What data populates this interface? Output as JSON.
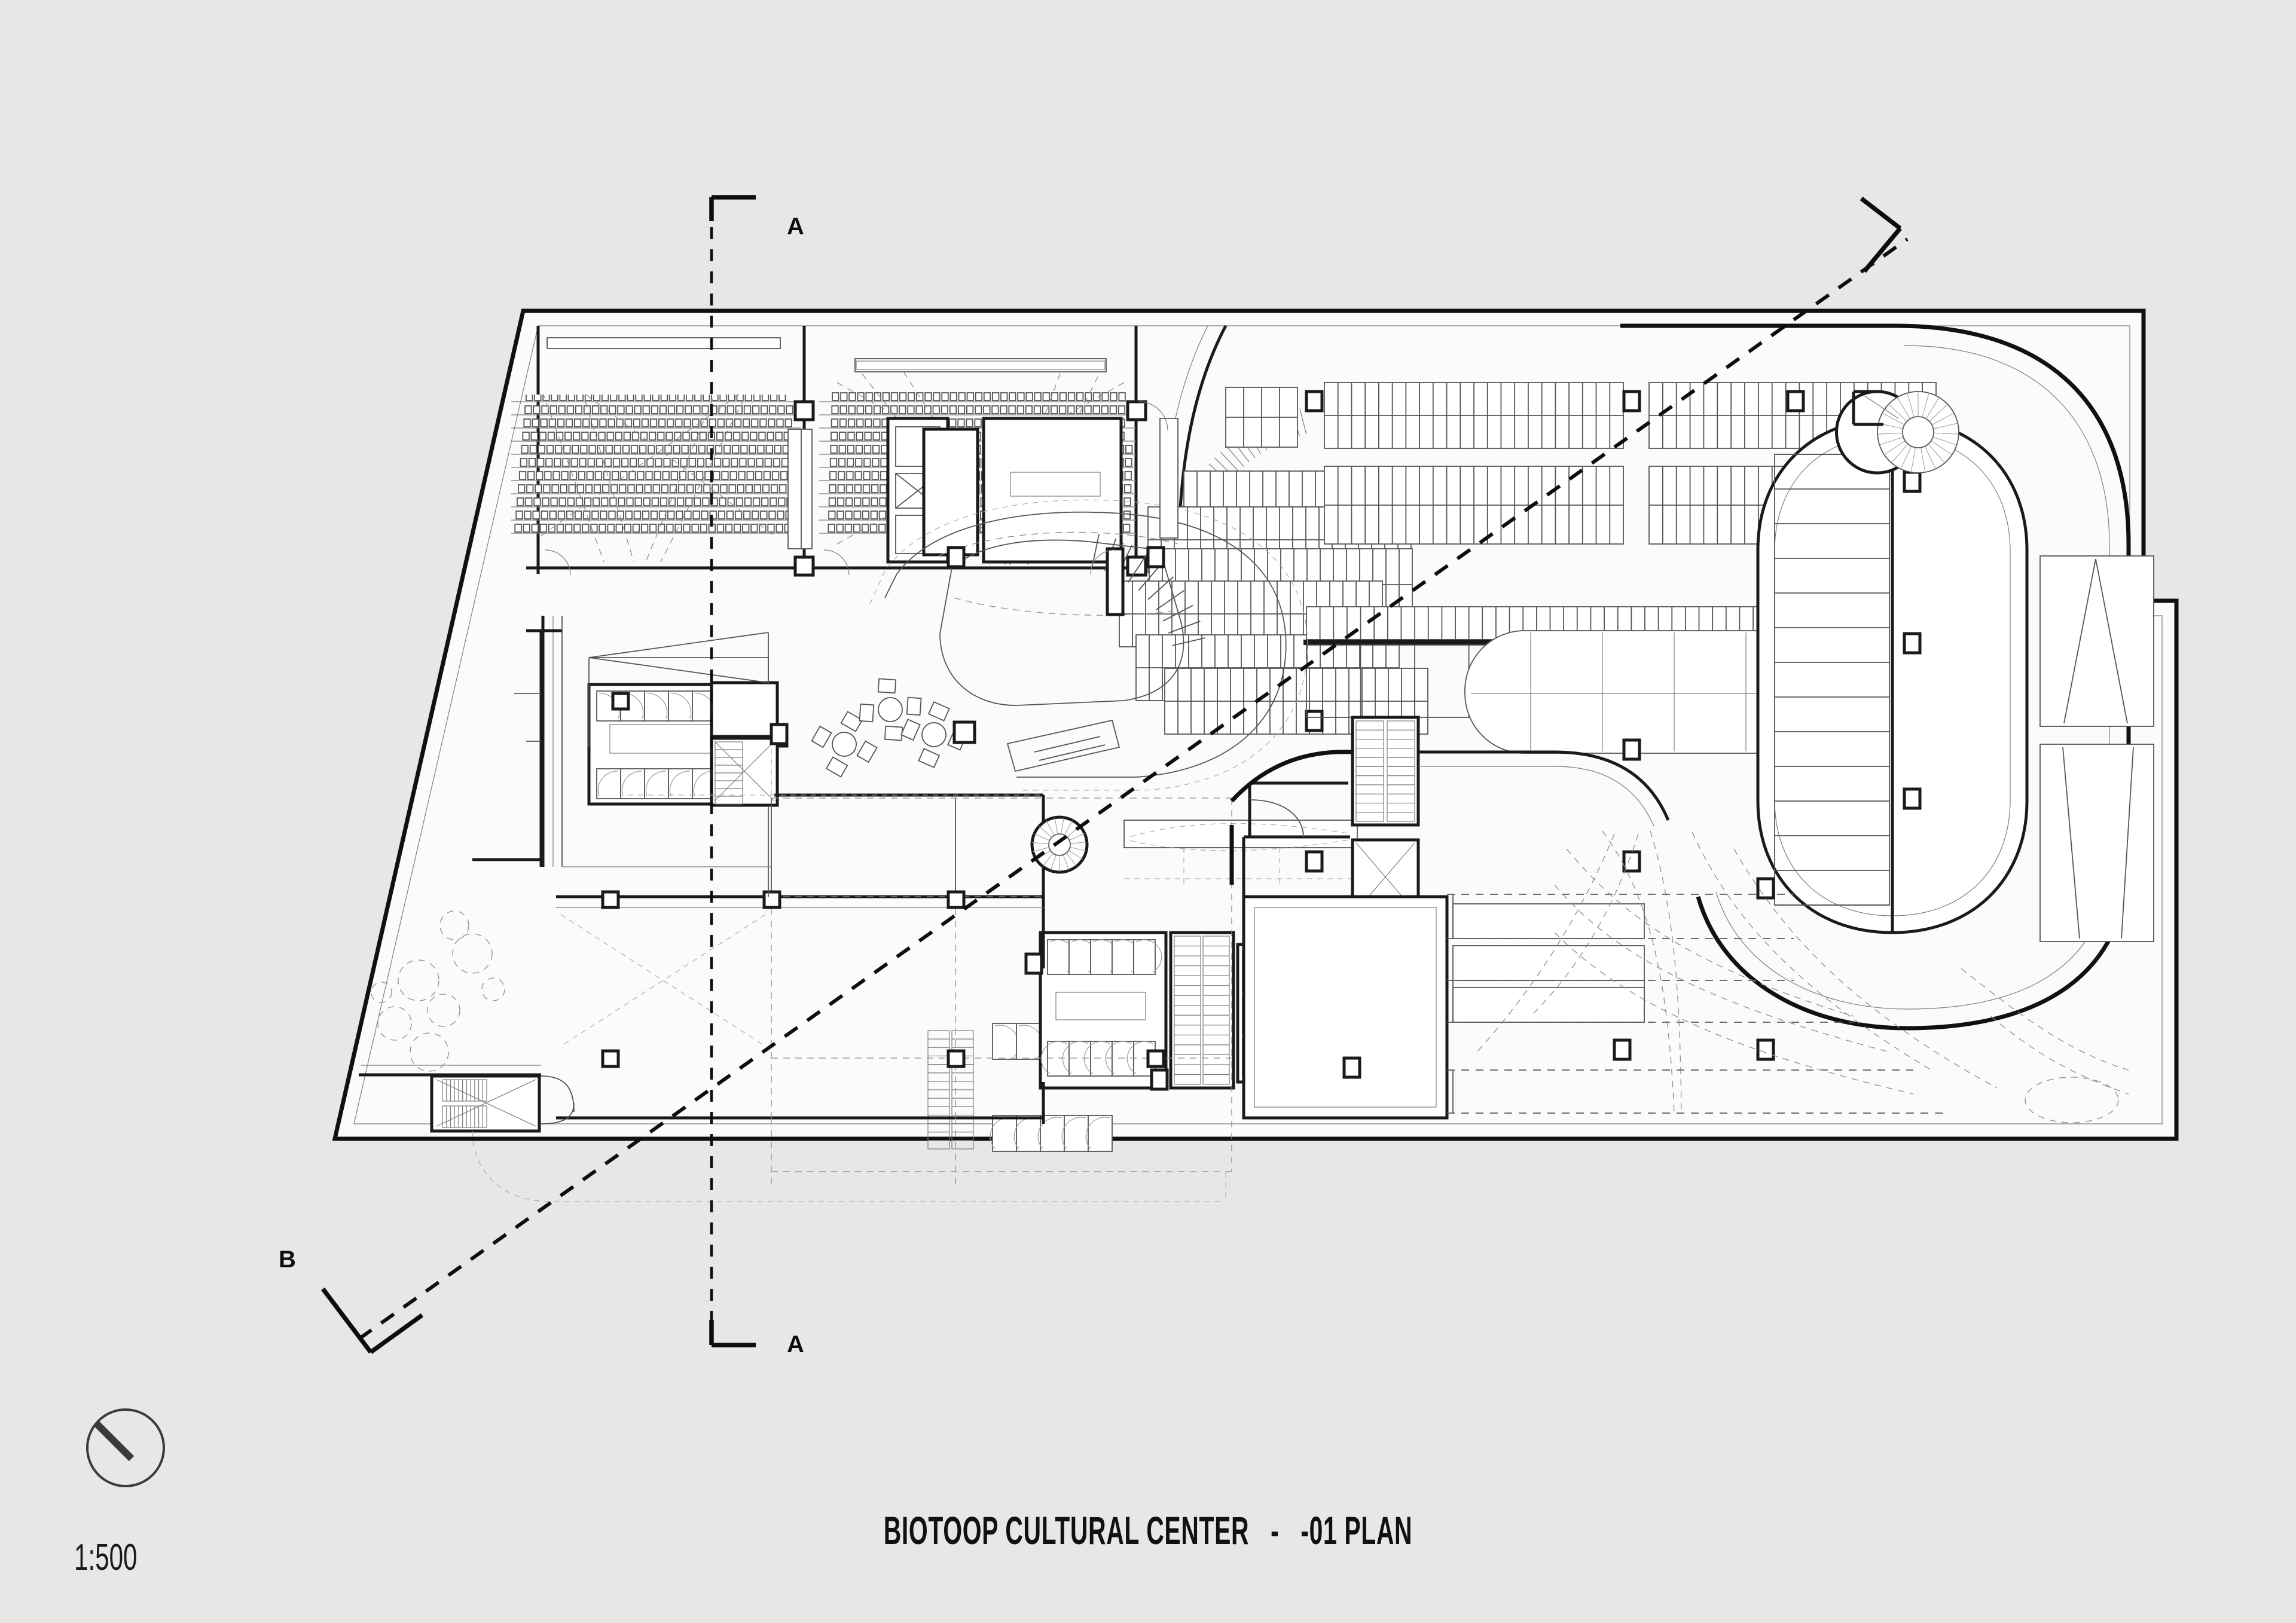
{
  "sheet": {
    "title": "BIOTOOP CULTURAL CENTER   -   -01 PLAN",
    "scale_label": "1:500",
    "background_color": "#e8e7e5",
    "slab_color": "#fbfbfa",
    "pond_color": "#cdc9b8",
    "line_color": "#111111"
  },
  "north_arrow": {
    "name": "north-arrow",
    "shape": "circle-with-needle"
  },
  "section_markers": [
    {
      "id": "A-top",
      "label": "A",
      "type": "corner-tick",
      "orientation": "top-left"
    },
    {
      "id": "A-bottom",
      "label": "A",
      "type": "corner-tick",
      "orientation": "bottom-left"
    },
    {
      "id": "B-start",
      "label": "B",
      "type": "chevron",
      "orientation": "down"
    },
    {
      "id": "B-end",
      "label": "",
      "type": "chevron",
      "orientation": "right"
    }
  ],
  "section_lines": [
    {
      "id": "section-A",
      "style": "dashed-vertical"
    },
    {
      "id": "section-B",
      "style": "dashed-diagonal"
    }
  ],
  "plan_regions": [
    {
      "id": "auditorium-large",
      "label": "",
      "feature": "tiered-seating"
    },
    {
      "id": "auditorium-small",
      "label": "",
      "feature": "tiered-seating"
    },
    {
      "id": "library-stacks",
      "label": "",
      "feature": "shelving-rows"
    },
    {
      "id": "reading-room",
      "label": "",
      "feature": "stadium-void"
    },
    {
      "id": "amphitheatre-pond",
      "label": "",
      "feature": "organic-fill"
    },
    {
      "id": "cafe-seating",
      "label": "",
      "feature": "round-tables"
    },
    {
      "id": "service-core-north",
      "label": "",
      "feature": "lifts-stairs-wc"
    },
    {
      "id": "service-core-west",
      "label": "",
      "feature": "lifts-stairs-wc"
    },
    {
      "id": "service-core-south",
      "label": "",
      "feature": "lifts-stairs-wc"
    },
    {
      "id": "ramp-loop-east",
      "label": "",
      "feature": "stadium-ramp"
    },
    {
      "id": "spiral-stair-east",
      "label": "",
      "feature": "spiral-stair"
    },
    {
      "id": "spiral-stair-mid",
      "label": "",
      "feature": "spiral-stair"
    },
    {
      "id": "garden-west",
      "label": "",
      "feature": "tree-canopies"
    },
    {
      "id": "stair-southwest",
      "label": "",
      "feature": "stair-core"
    },
    {
      "id": "terraced-steps-se",
      "label": "",
      "feature": "step-runs"
    }
  ]
}
